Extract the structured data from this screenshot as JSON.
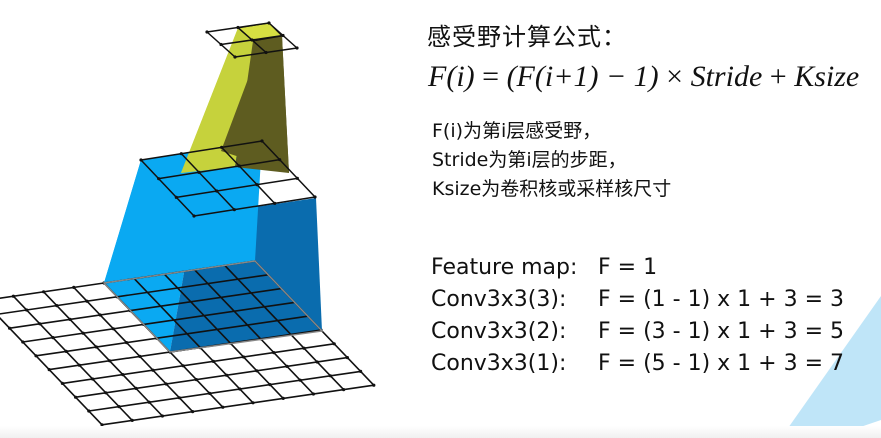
{
  "title": "感受野计算公式：",
  "formula": {
    "lhs": "F(i)",
    "eq": " = ",
    "rhs_open": "(F(i+1) − 1)",
    "times": " × ",
    "stride": "Stride",
    "plus": " + ",
    "ksize": "Ksize"
  },
  "description": [
    "F(i)为第i层感受野，",
    "Stride为第i层的步距，",
    "Ksize为卷积核或采样核尺寸"
  ],
  "calculations": [
    {
      "label": "Feature map:",
      "expr": "F = 1"
    },
    {
      "label": "Conv3x3(3):",
      "expr": "F = (1 - 1) x 1 + 3 = 3"
    },
    {
      "label": "Conv3x3(2):",
      "expr": "F = (3 - 1) x 1 + 3 = 5"
    },
    {
      "label": "Conv3x3(1):",
      "expr": "F = (5 - 1) x 1 + 3 = 7"
    }
  ],
  "colors": {
    "blue_light": "#0aa9f2",
    "blue_dark": "#0a6cae",
    "olive_light": "#c6d23c",
    "olive_dark": "#5e5c20",
    "olive_top": "#d6df42",
    "accent_triangle": "#bfe5f8"
  },
  "diagram": {
    "layers": [
      {
        "name": "top-feature-map",
        "cells": "2x2"
      },
      {
        "name": "conv3x3-layer-2",
        "cells": "3x3"
      },
      {
        "name": "input-layer",
        "cells": "9x9"
      }
    ]
  }
}
